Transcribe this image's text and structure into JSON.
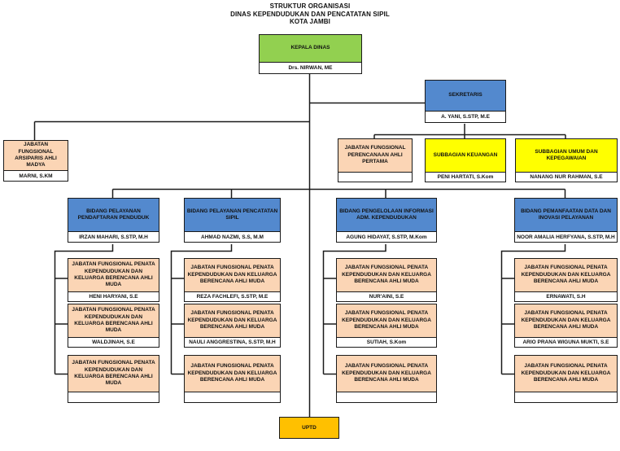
{
  "title": {
    "line1": "STRUKTUR ORGANISASI",
    "line2": "DINAS KEPENDUDUKAN DAN PENCATATAN SIPIL",
    "line3": "KOTA JAMBI"
  },
  "colors": {
    "green": "#92D050",
    "blue": "#5389CE",
    "peach": "#FBD5B5",
    "yellow": "#FFFF00",
    "orange": "#FFC000",
    "line": "#1A1A1A"
  },
  "org": {
    "kepala": {
      "title": "KEPALA DINAS",
      "name": "Drs. NIRWAN, ME"
    },
    "sekretaris": {
      "title": "SEKRETARIS",
      "name": "A. YANI, S.STP, M.E"
    },
    "arsiparis": {
      "title": "JABATAN FUNGSIONAL ARSIPARIS AHLI MADYA",
      "name": "MARNI, S.KM"
    },
    "perencanaan": {
      "title": "JABATAN FUNGSIONAL PERENCANAAN AHLI PERTAMA",
      "name": ""
    },
    "keuangan": {
      "title": "SUBBAGIAN KEUANGAN",
      "name": "PENI HARTATI, S.Kom"
    },
    "umum": {
      "title": "SUBBAGIAN UMUM DAN KEPEGAWAIAN",
      "name": "NANANG NUR RAHMAN, S.E"
    },
    "uptd": "UPTD",
    "staff_title": "JABATAN FUNGSIONAL PENATA KEPENDUDUKAN DAN KELUARGA BERENCANA AHLI MUDA",
    "bidang": [
      {
        "title": "BIDANG PELAYANAN PENDAFTARAN PENDUDUK",
        "name": "IRZAN MAHARI, S.STP, M.H",
        "staff_names": [
          "HENI HARYANI, S.E",
          "WALDJINAH, S.E",
          ""
        ]
      },
      {
        "title": "BIDANG PELAYANAN PENCATATAN SIPIL",
        "name": "AHMAD NAZMI, S.S, M.M",
        "staff_names": [
          "REZA FACHLEFI, S.STP, M.E",
          "NAULI ANGGRESTINA, S.STP, M.H",
          ""
        ]
      },
      {
        "title": "BIDANG PENGELOLAAN INFORMASI ADM. KEPENDUDUKAN",
        "name": "AGUNG HIDAYAT, S.STP, M.Kom",
        "staff_names": [
          "NUR'AINI, S.E",
          "SUTIAH, S.Kom",
          ""
        ]
      },
      {
        "title": "BIDANG PEMANFAATAN DATA DAN INOVASI PELAYANAN",
        "name": "NOOR AMALIA HERFYANA, S.STP, M.H",
        "staff_names": [
          "ERNAWATI, S.H",
          "ARIO PRANA WIGUNA MUKTI, S.E",
          ""
        ]
      }
    ]
  }
}
